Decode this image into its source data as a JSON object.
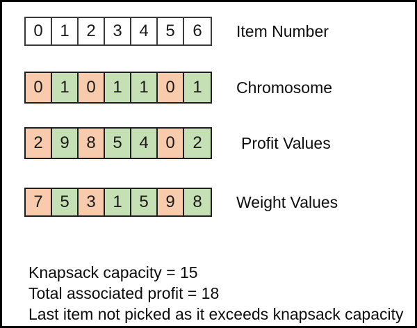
{
  "colors": {
    "picked": "#C5E0B4",
    "unpicked": "#F8CBAD",
    "plain": "#FFFFFF",
    "cell_border": "#1F1F1F",
    "text": "#0D0D0D"
  },
  "rows": [
    {
      "label": "Item Number",
      "cells": [
        {
          "value": "0",
          "state": "plain"
        },
        {
          "value": "1",
          "state": "plain"
        },
        {
          "value": "2",
          "state": "plain"
        },
        {
          "value": "3",
          "state": "plain"
        },
        {
          "value": "4",
          "state": "plain"
        },
        {
          "value": "5",
          "state": "plain"
        },
        {
          "value": "6",
          "state": "plain"
        }
      ]
    },
    {
      "label": "Chromosome",
      "cells": [
        {
          "value": "0",
          "state": "unpicked"
        },
        {
          "value": "1",
          "state": "picked"
        },
        {
          "value": "0",
          "state": "unpicked"
        },
        {
          "value": "1",
          "state": "picked"
        },
        {
          "value": "1",
          "state": "picked"
        },
        {
          "value": "0",
          "state": "unpicked"
        },
        {
          "value": "1",
          "state": "picked"
        }
      ]
    },
    {
      "label": "Profit Values",
      "cells": [
        {
          "value": "2",
          "state": "unpicked"
        },
        {
          "value": "9",
          "state": "picked"
        },
        {
          "value": "8",
          "state": "unpicked"
        },
        {
          "value": "5",
          "state": "picked"
        },
        {
          "value": "4",
          "state": "picked"
        },
        {
          "value": "0",
          "state": "unpicked"
        },
        {
          "value": "2",
          "state": "picked"
        }
      ]
    },
    {
      "label": "Weight Values",
      "cells": [
        {
          "value": "7",
          "state": "unpicked"
        },
        {
          "value": "5",
          "state": "picked"
        },
        {
          "value": "3",
          "state": "unpicked"
        },
        {
          "value": "1",
          "state": "picked"
        },
        {
          "value": "5",
          "state": "picked"
        },
        {
          "value": "9",
          "state": "unpicked"
        },
        {
          "value": "8",
          "state": "picked"
        }
      ]
    }
  ],
  "notes": [
    "Knapsack capacity = 15",
    "Total associated profit = 18",
    "Last item not picked as it exceeds knapsack capacity"
  ]
}
